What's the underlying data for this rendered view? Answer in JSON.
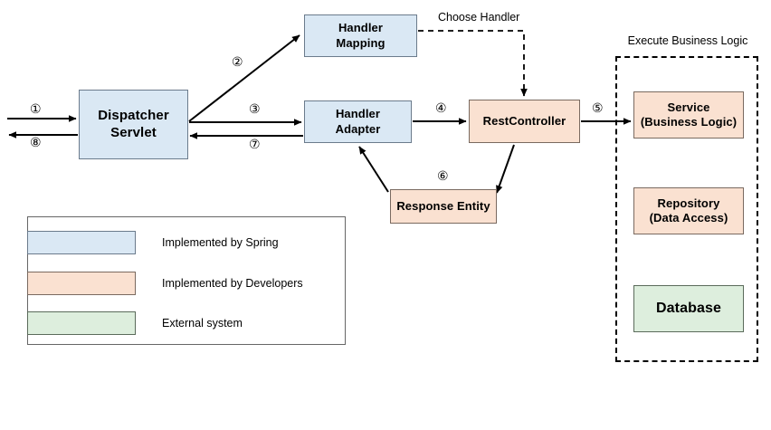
{
  "diagram": {
    "title_labels": {
      "execute_business_logic": "Execute Business Logic",
      "choose_handler": "Choose Handler"
    },
    "colors": {
      "spring_fill": "#dae8f4",
      "developer_fill": "#fae1d1",
      "external_fill": "#ddeedd",
      "stroke": "#000000",
      "background": "#ffffff"
    },
    "nodes": [
      {
        "id": "dispatcher-servlet",
        "label": "Dispatcher\nServlet",
        "line1": "Dispatcher",
        "line2": "Servlet",
        "category": "spring"
      },
      {
        "id": "handler-mapping",
        "label": "Handler\nMapping",
        "line1": "Handler",
        "line2": "Mapping",
        "category": "spring"
      },
      {
        "id": "handler-adapter",
        "label": "Handler\nAdapter",
        "line1": "Handler",
        "line2": "Adapter",
        "category": "spring"
      },
      {
        "id": "rest-controller",
        "label": "RestController",
        "line1": "RestController",
        "line2": "",
        "category": "developer"
      },
      {
        "id": "response-entity",
        "label": "Response Entity",
        "line1": "Response Entity",
        "line2": "",
        "category": "developer"
      },
      {
        "id": "service",
        "label": "Service\n(Business Logic)",
        "line1": "Service",
        "line2": "(Business Logic)",
        "category": "developer"
      },
      {
        "id": "repository",
        "label": "Repository\n(Data Access)",
        "line1": "Repository",
        "line2": "(Data Access)",
        "category": "developer"
      },
      {
        "id": "database",
        "label": "Database",
        "line1": "Database",
        "line2": "",
        "category": "external"
      }
    ],
    "steps": [
      {
        "id": "1",
        "glyph": "①",
        "from": "client",
        "to": "dispatcher-servlet"
      },
      {
        "id": "2",
        "glyph": "②",
        "from": "dispatcher-servlet",
        "to": "handler-mapping"
      },
      {
        "id": "3",
        "glyph": "③",
        "from": "dispatcher-servlet",
        "to": "handler-adapter"
      },
      {
        "id": "4",
        "glyph": "④",
        "from": "handler-adapter",
        "to": "rest-controller"
      },
      {
        "id": "5",
        "glyph": "⑤",
        "from": "rest-controller",
        "to": "service"
      },
      {
        "id": "6",
        "glyph": "⑥",
        "from": "rest-controller",
        "to": "response-entity"
      },
      {
        "id": "7",
        "glyph": "⑦",
        "from": "handler-adapter",
        "to": "dispatcher-servlet"
      },
      {
        "id": "8",
        "glyph": "⑧",
        "from": "dispatcher-servlet",
        "to": "client"
      }
    ],
    "legend": {
      "rows": [
        {
          "category": "spring",
          "label": "Implemented by Spring"
        },
        {
          "category": "dev",
          "label": "Implemented by Developers"
        },
        {
          "category": "external",
          "label": "External system"
        }
      ]
    }
  }
}
